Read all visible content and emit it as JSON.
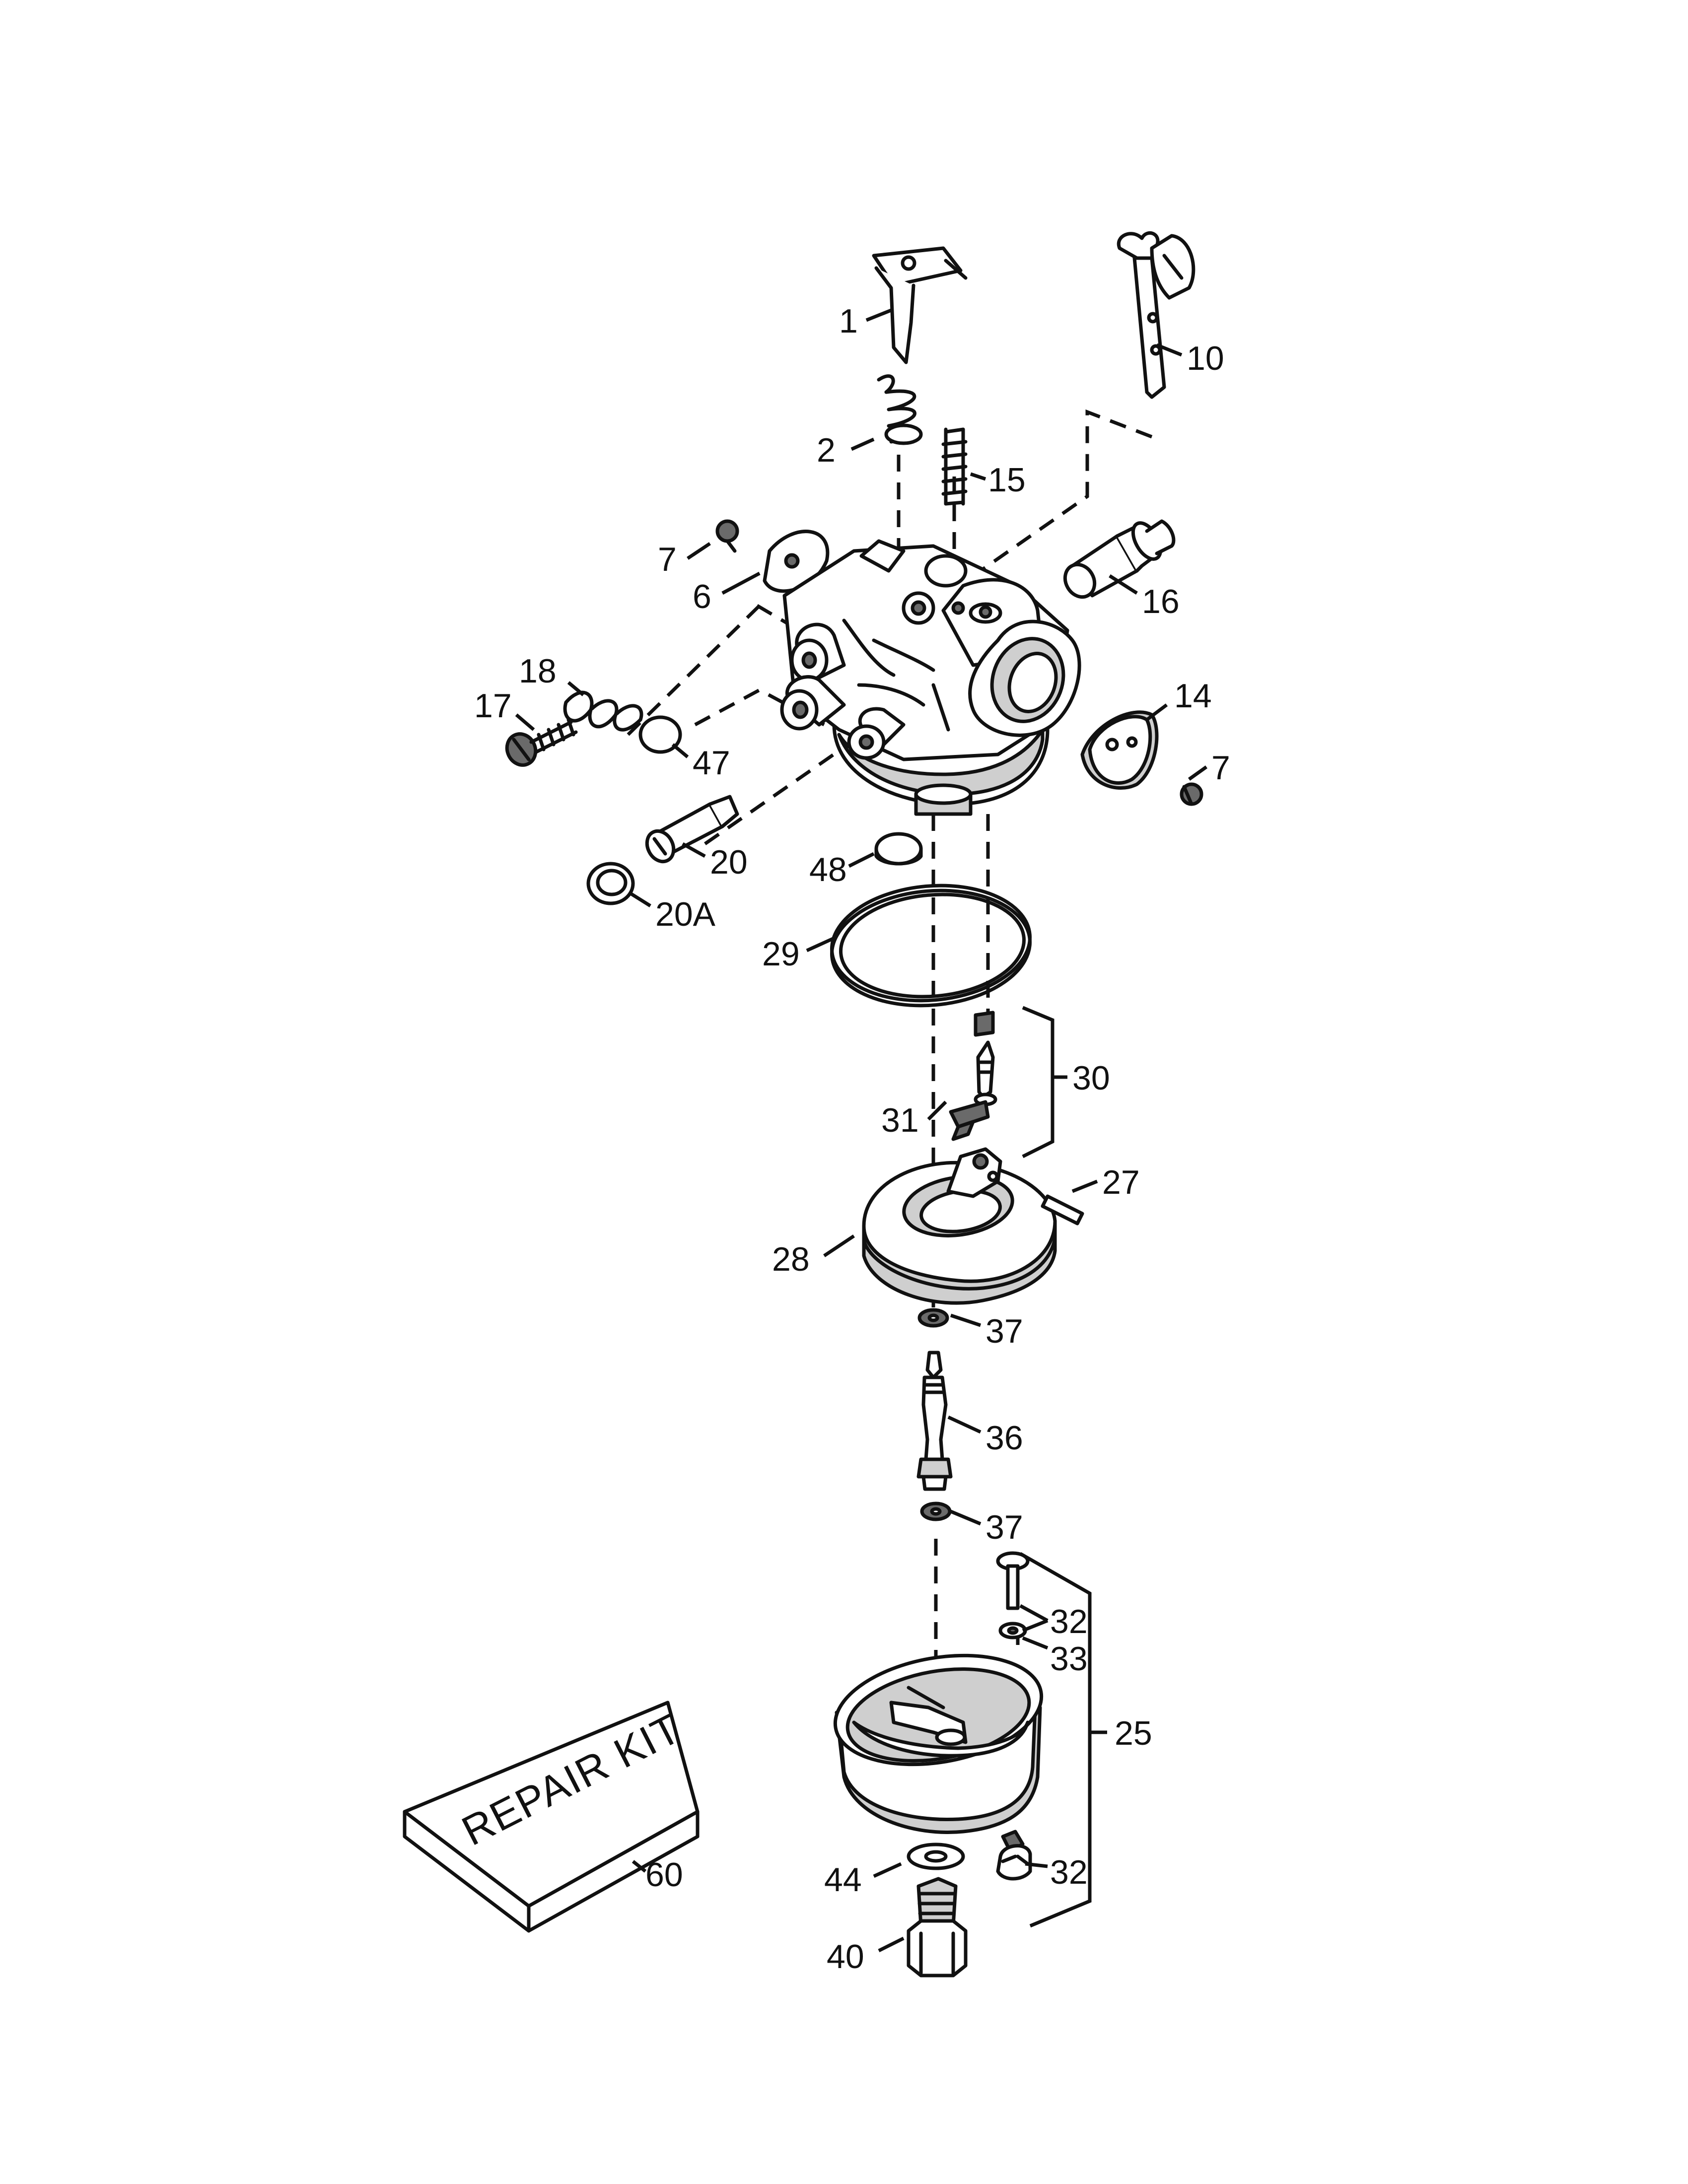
{
  "callouts": {
    "c1": "1",
    "c2": "2",
    "c6": "6",
    "c7a": "7",
    "c7b": "7",
    "c10": "10",
    "c14": "14",
    "c15": "15",
    "c16": "16",
    "c17": "17",
    "c18": "18",
    "c20": "20",
    "c20a": "20A",
    "c25": "25",
    "c27": "27",
    "c28": "28",
    "c29": "29",
    "c30": "30",
    "c31": "31",
    "c32a": "32",
    "c32b": "32",
    "c33": "33",
    "c36": "36",
    "c37a": "37",
    "c37b": "37",
    "c40": "40",
    "c44": "44",
    "c47": "47",
    "c48": "48",
    "c60": "60"
  },
  "repair_kit": {
    "label": "REPAIR KIT"
  },
  "colors": {
    "ink": "#111111",
    "background": "#ffffff",
    "shade": "#cfcfcf"
  }
}
